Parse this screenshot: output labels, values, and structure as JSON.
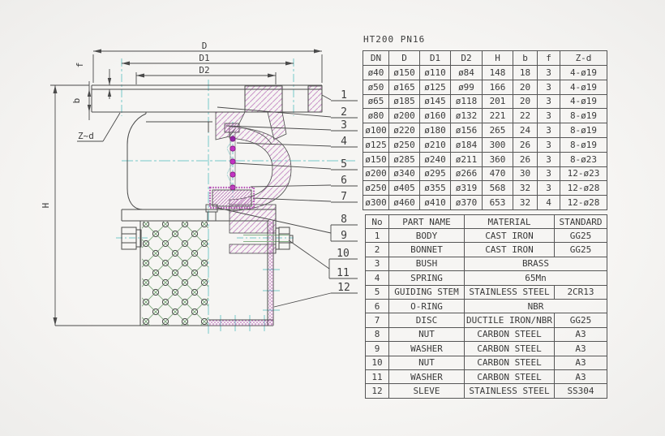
{
  "drawing": {
    "labels": {
      "d": "D",
      "d1": "D1",
      "d2": "D2",
      "h": "H",
      "b": "b",
      "f": "f",
      "zd": "Z~d"
    },
    "callouts": [
      "1",
      "2",
      "3",
      "4",
      "5",
      "6",
      "7",
      "8",
      "9",
      "10",
      "11",
      "12"
    ],
    "colors": {
      "line": "#4a4a4a",
      "section_hatch": "#c993c9",
      "dense_hatch": "#bd7abd",
      "gasket_stipple": "#b653b6",
      "spring_dot": "#c233c2",
      "mesh_green": "#79a879",
      "centerline_cyan": "#76c9c9",
      "bolt_thread_green": "#86b286"
    }
  },
  "spec_table": {
    "title": "HT200 PN16",
    "headers": [
      "DN",
      "D",
      "D1",
      "D2",
      "H",
      "b",
      "f",
      "Z-d"
    ],
    "rows": [
      [
        "ø40",
        "ø150",
        "ø110",
        "ø84",
        "148",
        "18",
        "3",
        "4-ø19"
      ],
      [
        "ø50",
        "ø165",
        "ø125",
        "ø99",
        "166",
        "20",
        "3",
        "4-ø19"
      ],
      [
        "ø65",
        "ø185",
        "ø145",
        "ø118",
        "201",
        "20",
        "3",
        "4-ø19"
      ],
      [
        "ø80",
        "ø200",
        "ø160",
        "ø132",
        "221",
        "22",
        "3",
        "8-ø19"
      ],
      [
        "ø100",
        "ø220",
        "ø180",
        "ø156",
        "265",
        "24",
        "3",
        "8-ø19"
      ],
      [
        "ø125",
        "ø250",
        "ø210",
        "ø184",
        "300",
        "26",
        "3",
        "8-ø19"
      ],
      [
        "ø150",
        "ø285",
        "ø240",
        "ø211",
        "360",
        "26",
        "3",
        "8-ø23"
      ],
      [
        "ø200",
        "ø340",
        "ø295",
        "ø266",
        "470",
        "30",
        "3",
        "12-ø23"
      ],
      [
        "ø250",
        "ø405",
        "ø355",
        "ø319",
        "568",
        "32",
        "3",
        "12-ø28"
      ],
      [
        "ø300",
        "ø460",
        "ø410",
        "ø370",
        "653",
        "32",
        "4",
        "12-ø28"
      ]
    ]
  },
  "parts_table": {
    "headers": [
      "No",
      "PART NAME",
      "MATERIAL",
      "STANDARD"
    ],
    "rows": [
      {
        "no": "1",
        "name": "BODY",
        "material": "CAST IRON",
        "standard": "GG25",
        "merged": false
      },
      {
        "no": "2",
        "name": "BONNET",
        "material": "CAST IRON",
        "standard": "GG25",
        "merged": false
      },
      {
        "no": "3",
        "name": "BUSH",
        "material": "BRASS",
        "standard": "",
        "merged": true
      },
      {
        "no": "4",
        "name": "SPRING",
        "material": "65Mn",
        "standard": "",
        "merged": true
      },
      {
        "no": "5",
        "name": "GUIDING STEM",
        "material": "STAINLESS STEEL",
        "standard": "2CR13",
        "merged": false
      },
      {
        "no": "6",
        "name": "O-RING",
        "material": "NBR",
        "standard": "",
        "merged": true
      },
      {
        "no": "7",
        "name": "DISC",
        "material": "DUCTILE IRON/NBR",
        "standard": "GG25",
        "merged": false
      },
      {
        "no": "8",
        "name": "NUT",
        "material": "CARBON STEEL",
        "standard": "A3",
        "merged": false
      },
      {
        "no": "9",
        "name": "WASHER",
        "material": "CARBON STEEL",
        "standard": "A3",
        "merged": false
      },
      {
        "no": "10",
        "name": "NUT",
        "material": "CARBON STEEL",
        "standard": "A3",
        "merged": false
      },
      {
        "no": "11",
        "name": "WASHER",
        "material": "CARBON STEEL",
        "standard": "A3",
        "merged": false
      },
      {
        "no": "12",
        "name": "SLEVE",
        "material": "STAINLESS STEEL",
        "standard": "SS304",
        "merged": false
      }
    ]
  }
}
